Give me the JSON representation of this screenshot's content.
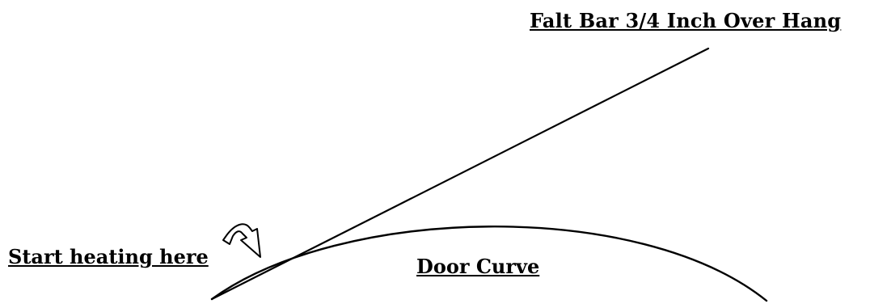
{
  "labels": {
    "flat_bar": "Falt Bar 3/4 Inch Over Hang",
    "start_heating": "Start heating here",
    "door_curve": "Door Curve"
  },
  "colors": {
    "line": "#000000",
    "background": "#ffffff",
    "arrow_fill": "#ffffff"
  },
  "icons": {
    "arrow": "curved-down-arrow-icon"
  }
}
